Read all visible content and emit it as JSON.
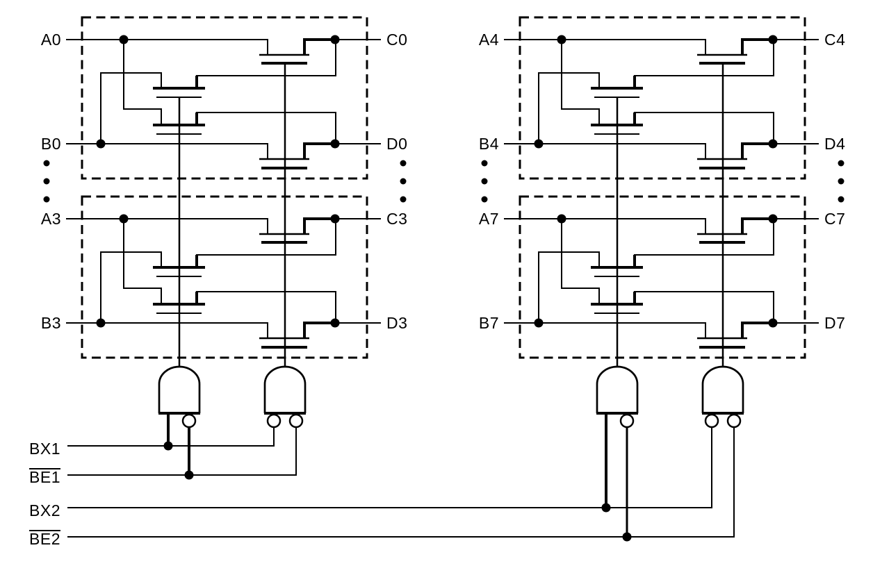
{
  "colors": {
    "wire": "#000000",
    "text": "#000000",
    "background": "#ffffff"
  },
  "cells": [
    {
      "id": "0",
      "ports": {
        "a": "A0",
        "b": "B0",
        "c": "C0",
        "d": "D0"
      }
    },
    {
      "id": "3",
      "ports": {
        "a": "A3",
        "b": "B3",
        "c": "C3",
        "d": "D3"
      }
    },
    {
      "id": "4",
      "ports": {
        "a": "A4",
        "b": "B4",
        "c": "C4",
        "d": "D4"
      }
    },
    {
      "id": "7",
      "ports": {
        "a": "A7",
        "b": "B7",
        "c": "C7",
        "d": "D7"
      }
    }
  ],
  "controls": [
    {
      "label": "BX1",
      "overline": false
    },
    {
      "label": "BE1",
      "overline": true
    },
    {
      "label": "BX2",
      "overline": false
    },
    {
      "label": "BE2",
      "overline": true
    }
  ],
  "gates": [
    {
      "id": "and-gate-exchange-1",
      "column": "left",
      "inputs": [
        {
          "signal": "BX1",
          "inverted": false
        },
        {
          "signal": "BE1",
          "inverted": true
        }
      ]
    },
    {
      "id": "and-gate-connect-1",
      "column": "left",
      "inputs": [
        {
          "signal": "BX1",
          "inverted": true
        },
        {
          "signal": "BE1",
          "inverted": true
        }
      ]
    },
    {
      "id": "and-gate-exchange-2",
      "column": "right",
      "inputs": [
        {
          "signal": "BX2",
          "inverted": false
        },
        {
          "signal": "BE2",
          "inverted": true
        }
      ]
    },
    {
      "id": "and-gate-connect-2",
      "column": "right",
      "inputs": [
        {
          "signal": "BX2",
          "inverted": true
        },
        {
          "signal": "BE2",
          "inverted": true
        }
      ]
    }
  ]
}
